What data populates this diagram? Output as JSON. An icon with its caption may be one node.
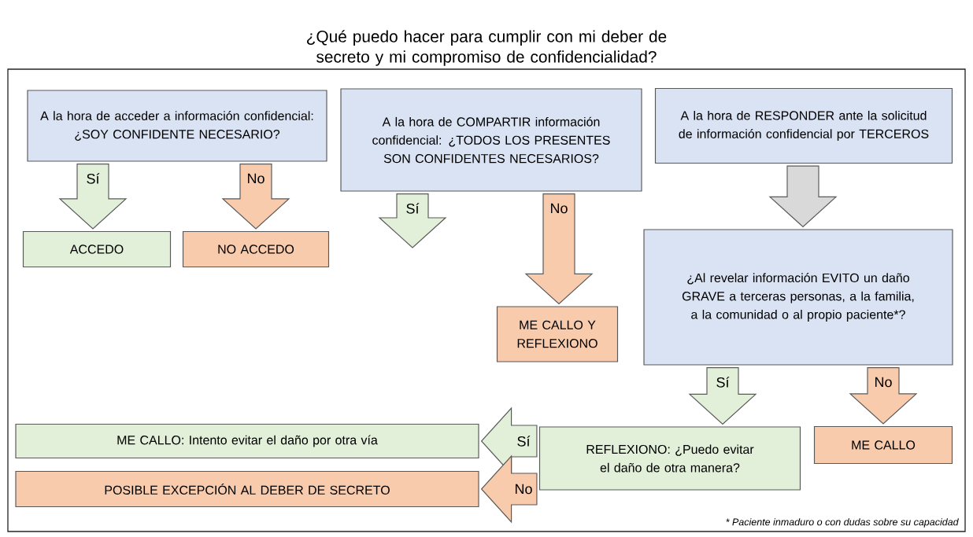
{
  "diagram": {
    "title": "¿Qué puedo hacer para cumplir con mi deber de secreto y mi compromiso de confidencialidad?",
    "nodes": [
      {
        "text": [
          "A la hora de acceder a información confidencial: ¿SOY CONFIDENTE NECESARIO?"
        ]
      },
      {
        "text": [
          "A la hora de COMPARTIR información confidencial: ¿TODOS LOS PRESENTES SON CONFIDENTES NECESARIOS?"
        ]
      },
      {
        "text": [
          "A la hora de RESPONDER ante la solicitud de información confidencial por TERCEROS"
        ]
      },
      {
        "text": [
          "ACCEDO"
        ]
      },
      {
        "text": [
          "NO ACCEDO"
        ]
      },
      {
        "text": [
          "ME CALLO Y REFLEXIONO"
        ]
      },
      {
        "text": [
          "¿Al revelar información EVITO un daño GRAVE a terceras personas, a la familia, a la comunidad o al propio paciente*?"
        ]
      },
      {
        "text": [
          "ME CALLO: Intento evitar el daño por otra vía"
        ]
      },
      {
        "text": [
          "REFLEXIONO: ¿Puedo evitar el daño de otra manera?"
        ]
      },
      {
        "text": [
          "ME CALLO"
        ]
      },
      {
        "text": [
          "POSIBLE EXCEPCIÓN AL DEBER DE SECRETO"
        ]
      }
    ],
    "edges": [
      {
        "from": 0,
        "to": 3,
        "arrow": "to",
        "label": "Sí",
        "color": "#e2f0d9"
      },
      {
        "from": 0,
        "to": 4,
        "arrow": "to",
        "label": "No",
        "color": "#f8cbad"
      },
      {
        "from": 1,
        "to": null,
        "arrow": "to",
        "label": "Sí",
        "color": "#e2f0d9"
      },
      {
        "from": 1,
        "to": 5,
        "arrow": "to",
        "label": "No",
        "color": "#f8cbad"
      },
      {
        "from": 2,
        "to": 6,
        "arrow": "to",
        "color": "#d9d9d9"
      },
      {
        "from": 6,
        "to": 8,
        "arrow": "to",
        "label": "Sí",
        "color": "#e2f0d9"
      },
      {
        "from": 6,
        "to": 9,
        "arrow": "to",
        "label": "No",
        "color": "#f8cbad"
      },
      {
        "from": 8,
        "to": 7,
        "arrow": "to",
        "label": "Sí",
        "color": "#e2f0d9"
      },
      {
        "from": 8,
        "to": 10,
        "arrow": "to",
        "label": "No",
        "color": "#f8cbad"
      }
    ],
    "labels": [
      "* Paciente inmaduro o con dudas sobre su capacidad"
    ]
  }
}
